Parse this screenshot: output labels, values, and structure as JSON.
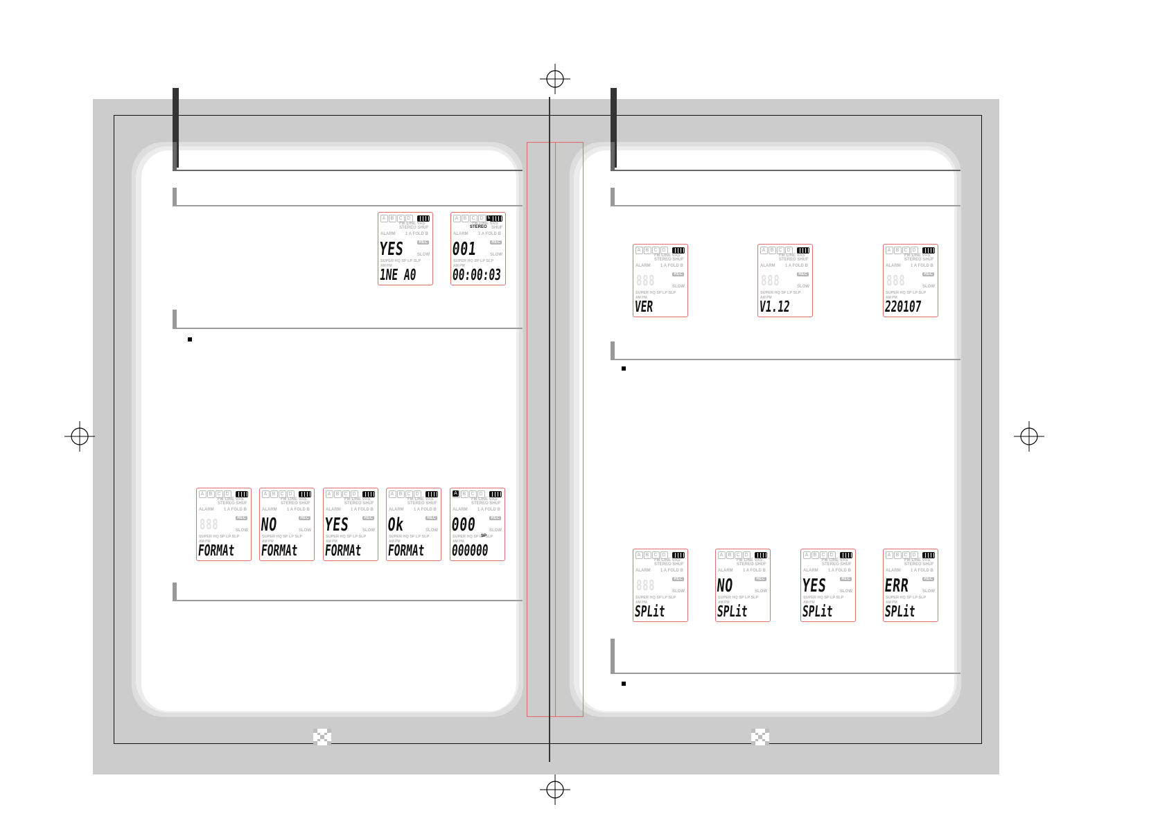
{
  "icons": {
    "registration_mark": "crosshair-circle-icon",
    "footer_icon": "checker-cross-icon",
    "bullet": "square-bullet-icon"
  },
  "colors": {
    "background_grey": "#cccccc",
    "guide_red": "#e06666",
    "tab_dark": "#333333"
  },
  "lcd_labels": {
    "letters": [
      "A",
      "B",
      "C",
      "D"
    ],
    "fm": "FM",
    "line": "LINE",
    "vas": "VAS",
    "stereo": "STEREO",
    "shuf": "SHUF",
    "alarm": "ALARM",
    "one": "1",
    "afold": "A FOLD B",
    "rec": "REC",
    "slow": "SLOW",
    "super_row": "SUPER HQ SP LP SLP",
    "ampm": "AM PM"
  },
  "left_page": {
    "top_displays": [
      {
        "main": "YES",
        "bottom": "1NE A0"
      },
      {
        "main": "001",
        "bottom": "00:00:03",
        "stereo_lit": "STEREO",
        "indicator": "M"
      }
    ],
    "format_displays": [
      {
        "main": "",
        "bottom": "FORMAt"
      },
      {
        "main": "NO",
        "bottom": "FORMAt"
      },
      {
        "main": "YES",
        "bottom": "FORMAt"
      },
      {
        "main": "Ok",
        "bottom": "FORMAt"
      },
      {
        "main": "000",
        "bottom": "000000",
        "sp_lit": "SP",
        "indicator": "A"
      }
    ]
  },
  "right_page": {
    "version_displays": [
      {
        "main": "",
        "bottom": "VER"
      },
      {
        "main": "",
        "bottom": "V1.12"
      },
      {
        "main": "",
        "bottom": "220107"
      }
    ],
    "split_displays": [
      {
        "main": "",
        "bottom": "SPLit"
      },
      {
        "main": "NO",
        "bottom": "SPLit"
      },
      {
        "main": "YES",
        "bottom": "SPLit"
      },
      {
        "main": "ERR",
        "bottom": "SPLit"
      }
    ]
  }
}
